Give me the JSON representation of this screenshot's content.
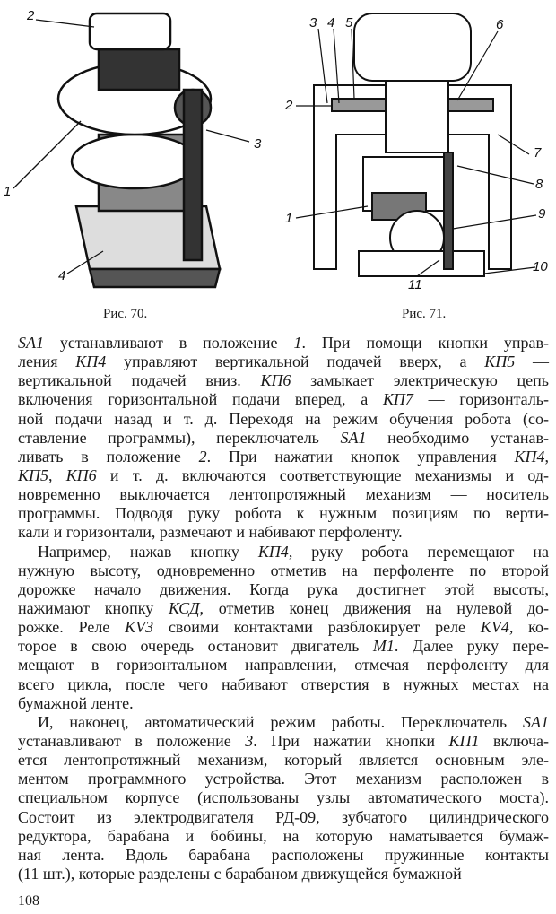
{
  "figures": {
    "fig70": {
      "caption": "Рис. 70.",
      "labels": [
        "2",
        "1",
        "3",
        "4"
      ]
    },
    "fig71": {
      "caption": "Рис. 71.",
      "labels": [
        "3",
        "4",
        "5",
        "6",
        "2",
        "7",
        "8",
        "1",
        "9",
        "10",
        "11"
      ]
    }
  },
  "paragraphs": [
    {
      "indent": false,
      "lines": [
        [
          "",
          "SA1",
          " устанавливают в положение ",
          "1",
          ". При помощи кнопки управ-"
        ],
        [
          "ления ",
          "КП4",
          " управляют вертикальной подачей вверх, а ",
          "КП5",
          " —"
        ],
        [
          "вертикальной подачей вниз. ",
          "КП6",
          " замыкает электрическую цепь"
        ],
        [
          "включения горизонтальной подачи вперед, а ",
          "КП7",
          " — горизонталь-"
        ],
        [
          "ной подачи назад и т. д. Переходя на режим обучения робота (со-"
        ],
        [
          "ставление программы), переключатель ",
          "SA1",
          " необходимо устанав-"
        ],
        [
          "ливать в положение ",
          "2",
          ". При нажатии кнопок управления ",
          "КП4",
          ","
        ],
        [
          "",
          "КП5",
          ", ",
          "КП6",
          " и т. д. включаются соответствующие механизмы и од-"
        ],
        [
          "новременно выключается лентопротяжный механизм — носитель"
        ],
        [
          "программы. Подводя руку робота к нужным позициям по верти-"
        ],
        [
          "кали и горизонтали, размечают и набивают перфоленту."
        ]
      ]
    },
    {
      "indent": true,
      "lines": [
        [
          "Например, нажав кнопку ",
          "КП4",
          ", руку робота перемещают на"
        ],
        [
          "нужную высоту, одновременно отметив на перфоленте по второй"
        ],
        [
          "дорожке начало движения. Когда рука достигнет этой высоты,"
        ],
        [
          "нажимают кнопку ",
          "КСД",
          ", отметив конец движения на нулевой до-"
        ],
        [
          "рожке. Реле ",
          "KV3",
          " своими контактами разблокирует реле ",
          "KV4",
          ", ко-"
        ],
        [
          "торое в свою очередь остановит двигатель ",
          "М1",
          ". Далее руку пере-"
        ],
        [
          "мещают в горизонтальном направлении, отмечая перфоленту для"
        ],
        [
          "всего цикла, после чего набивают отверстия в нужных местах на"
        ],
        [
          "бумажной ленте."
        ]
      ]
    },
    {
      "indent": true,
      "lines": [
        [
          "И, наконец, автоматический режим работы. Переключатель ",
          "SA1"
        ],
        [
          "устанавливают в положение ",
          "3",
          ". При нажатии кнопки ",
          "КП1",
          " включа-"
        ],
        [
          "ется лентопротяжный механизм, который является основным эле-"
        ],
        [
          "ментом программного устройства. Этот механизм расположен в"
        ],
        [
          "специальном корпусе (использованы узлы автоматического моста)."
        ],
        [
          "Состоит из электродвигателя РД-09, зубчатого цилиндрического"
        ],
        [
          "редуктора, барабана и бобины, на которую наматывается бумаж-"
        ],
        [
          "ная лента. Вдоль барабана расположены пружинные контакты"
        ],
        [
          "(11 шт.), которые разделены с барабаном движущейся бумажной"
        ]
      ]
    }
  ],
  "page_number": "108"
}
